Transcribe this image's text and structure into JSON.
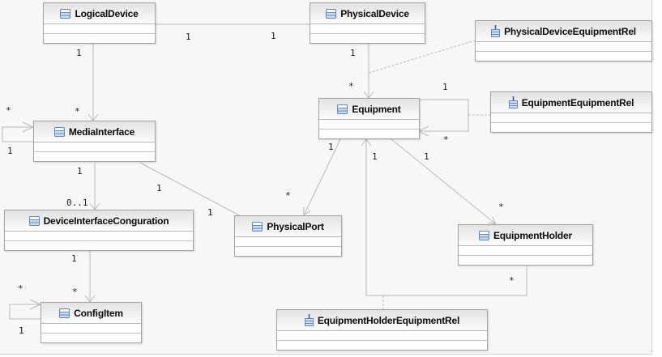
{
  "canvas": {
    "background": "#f7f7f7",
    "line_color": "#b9b9b9",
    "accent_blue": "#6189c2"
  },
  "classes": [
    {
      "name": "LogicalDevice",
      "icon": "class-icon"
    },
    {
      "name": "PhysicalDevice",
      "icon": "class-icon"
    },
    {
      "name": "PhysicalDeviceEquipmentRel",
      "icon": "association-class-icon"
    },
    {
      "name": "Equipment",
      "icon": "class-icon"
    },
    {
      "name": "EquipmentEquipmentRel",
      "icon": "association-class-icon"
    },
    {
      "name": "MediaInterface",
      "icon": "class-icon"
    },
    {
      "name": "DeviceInterfaceConguration",
      "icon": "class-icon"
    },
    {
      "name": "PhysicalPort",
      "icon": "class-icon"
    },
    {
      "name": "EquipmentHolder",
      "icon": "class-icon"
    },
    {
      "name": "ConfigItem",
      "icon": "class-icon"
    },
    {
      "name": "EquipmentHolderEquipmentRel",
      "icon": "association-class-icon"
    }
  ],
  "mult": {
    "one": "1",
    "many": "*",
    "zero_or_one": "0..1"
  },
  "relations": [
    {
      "from": "LogicalDevice",
      "to": "PhysicalDevice",
      "from_mult": "1",
      "to_mult": "1",
      "type": "association"
    },
    {
      "from": "LogicalDevice",
      "to": "MediaInterface",
      "from_mult": "1",
      "to_mult": "*",
      "type": "directed-association"
    },
    {
      "from": "PhysicalDevice",
      "to": "Equipment",
      "from_mult": "1",
      "to_mult": "*",
      "type": "directed-association",
      "association_class": "PhysicalDeviceEquipmentRel"
    },
    {
      "from": "Equipment",
      "to": "Equipment",
      "from_mult": "1",
      "to_mult": "*",
      "type": "directed-association",
      "association_class": "EquipmentEquipmentRel"
    },
    {
      "from": "MediaInterface",
      "to": "MediaInterface",
      "from_mult": "1",
      "to_mult": "*",
      "type": "directed-association"
    },
    {
      "from": "MediaInterface",
      "to": "DeviceInterfaceConguration",
      "from_mult": "1",
      "to_mult": "0..1",
      "type": "directed-association"
    },
    {
      "from": "MediaInterface",
      "to": "PhysicalPort",
      "from_mult": "1",
      "to_mult": "1",
      "type": "association"
    },
    {
      "from": "DeviceInterfaceConguration",
      "to": "ConfigItem",
      "from_mult": "1",
      "to_mult": "*",
      "type": "directed-association"
    },
    {
      "from": "ConfigItem",
      "to": "ConfigItem",
      "from_mult": "1",
      "to_mult": "*",
      "type": "directed-association"
    },
    {
      "from": "Equipment",
      "to": "PhysicalPort",
      "from_mult": "1",
      "to_mult": "*",
      "type": "directed-association"
    },
    {
      "from": "Equipment",
      "to": "EquipmentHolder",
      "from_mult": "1",
      "to_mult": "*",
      "type": "directed-association"
    },
    {
      "from": "EquipmentHolder",
      "to": "Equipment",
      "from_mult": "*",
      "to_mult": "1",
      "type": "directed-association",
      "association_class": "EquipmentHolderEquipmentRel"
    }
  ]
}
